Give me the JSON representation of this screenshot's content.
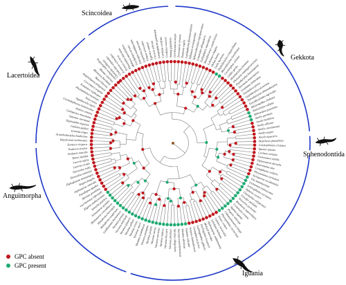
{
  "colors": {
    "absent": "#c0161c",
    "present": "#1faa72",
    "ring": "#1c36c8",
    "branch": "#7a7a7a",
    "silhouette": "#111111"
  },
  "clades": {
    "scincoidea": "Scincoidea",
    "gekkota": "Gekkota",
    "lacertoidea": "Lacertoidea",
    "sphenodontida": "Sphenodontida",
    "anguimorpha": "Anguimorpha",
    "iguania": "Iguania"
  },
  "legend": {
    "absent": "GPC absent",
    "present": "GPC present"
  },
  "tips": [
    "Chalcides ocellatus",
    "Chalcides sepsoides",
    "Eumeces schneideri",
    "Scincus scincus",
    "Plestiodon fasciatus",
    "Mabuya maculilabris",
    "Trachylepis striata",
    "Eutropis multifasciata",
    "Lygosoma punctata",
    "Tiliqua scincoides",
    "Egernia stokesii",
    "Corucia zebrata",
    "Lampropholis guichenoti",
    "Cordylus cordylus",
    "Cordylus warreni",
    "Smaug giganteus",
    "Gerrhosaurus major",
    "Zonosaurus ornatus",
    "Xantusia vigilis",
    "Lepidophyma flavimaculatum",
    "Dibamus novaeguineae",
    "Sphaerodactylus nigropunctatus",
    "Gonatodes albogularis",
    "Eublepharis macularius",
    "Hemitheconyx caudicinctus",
    "Coleonyx elegans",
    "Delma borea",
    "Lialis burtonis",
    "Diplodactylus conspicillatus",
    "Rhacodactylus leachianus",
    "Correlophus ciliatus",
    "Gekko gecko",
    "Hemidactylus frenatus",
    "Phelsuma madagascariensis",
    "Ptyodactylus hasselquistii",
    "Tarentola mauritanica",
    "Uroplatus fimbriatus",
    "Paroedura pictus",
    "Lygodactylus picturatus",
    "Stenodactylus sthenodactylus",
    "Eurydactylodes agricolae",
    "Mniarogekko chahoua",
    "Astrochelys radiata",
    "Sphenodon punctatus",
    "Anolis garmani",
    "Anolis barbatus",
    "Anolis allisoni",
    "Anolis carolinensis",
    "Anolis sagrei",
    "Anolis equestris",
    "Basiliscus plumifrons",
    "Corytophanes cristatus",
    "Iguana iguana",
    "Cyclura cornuta",
    "Ctenosaura similis",
    "Dipsosaurus dorsalis",
    "Sauromalus ater",
    "Crotaphytus collaris",
    "Phrynosoma cornutum",
    "Sceloporus occidentalis",
    "Uta stansburiana",
    "Liolaemus lemniscatus",
    "Leiocephalus carinatus",
    "Oplurus cuvieri",
    "Chamaeleo calyptratus",
    "Furcifer pardalis",
    "Trioceros jacksonii",
    "Brookesia superciliaris",
    "Uromastyx ornata",
    "Agama agama",
    "Pogona vitticeps",
    "Chlamydosaurus kingii",
    "Physignathus cocincinus",
    "Draco volans",
    "Calotes versicolor",
    "Leiolepis belliana",
    "Hydrosaurus amboinensis",
    "Moloch horridus",
    "Intellagama lesueurii",
    "Lophognathus gilberti",
    "Ctenophorus pictus",
    "Varanus komodoensis",
    "Varanus salvator",
    "Varanus niloticus",
    "Varanus exanthematicus",
    "Varanus albigularis",
    "Varanus prasinus",
    "Varanus beccarii",
    "Varanus indicus",
    "Varanus mertensi",
    "Varanus varius",
    "Varanus gouldii",
    "Varanus panoptes",
    "Varanus acanthurus",
    "Varanus storri",
    "Varanus tristis",
    "Varanus gilleni",
    "Varanus glauerti",
    "Varanus mitchelli",
    "Varanus griseus",
    "Lanthanotus borneensis",
    "Heloderma suspectum",
    "Heloderma horridum",
    "Shinisaurus crocodilurus",
    "Xenosaurus grandis",
    "Anniella pulchra",
    "Elgaria multicarinata",
    "Gerrhonotus infernalis",
    "Abronia graminea",
    "Pseudopus apodus",
    "Ophisaurus ventralis",
    "Anguis fragilis",
    "Diploglossus monotropis",
    "Darevskia valentini",
    "Darevskia rudis",
    "Lacerta viridis",
    "Lacerta agilis",
    "Timon lepidus",
    "Podarcis muralis",
    "Podarcis siculus",
    "Zootoca vivipara",
    "Takydromus sexlineatus",
    "Acanthodactylus boskianus",
    "Eremias argus",
    "Gallotia galloti",
    "Tupinambis teguixin",
    "Salvator merianae",
    "Callopistes maculatus",
    "Ameiva ameiva",
    "Cnemidophorus lemniscatus",
    "Aspidoscelis tigris",
    "Teius teyou",
    "Pholidobolus montium",
    "Potamites ecpleopus",
    "Cercosaura argulus",
    "Amphisbaena fuliginosa",
    "Bipes biporus",
    "Rhineura floridana",
    "Blanus cinereus",
    "Trogonophis wiegmanni"
  ]
}
